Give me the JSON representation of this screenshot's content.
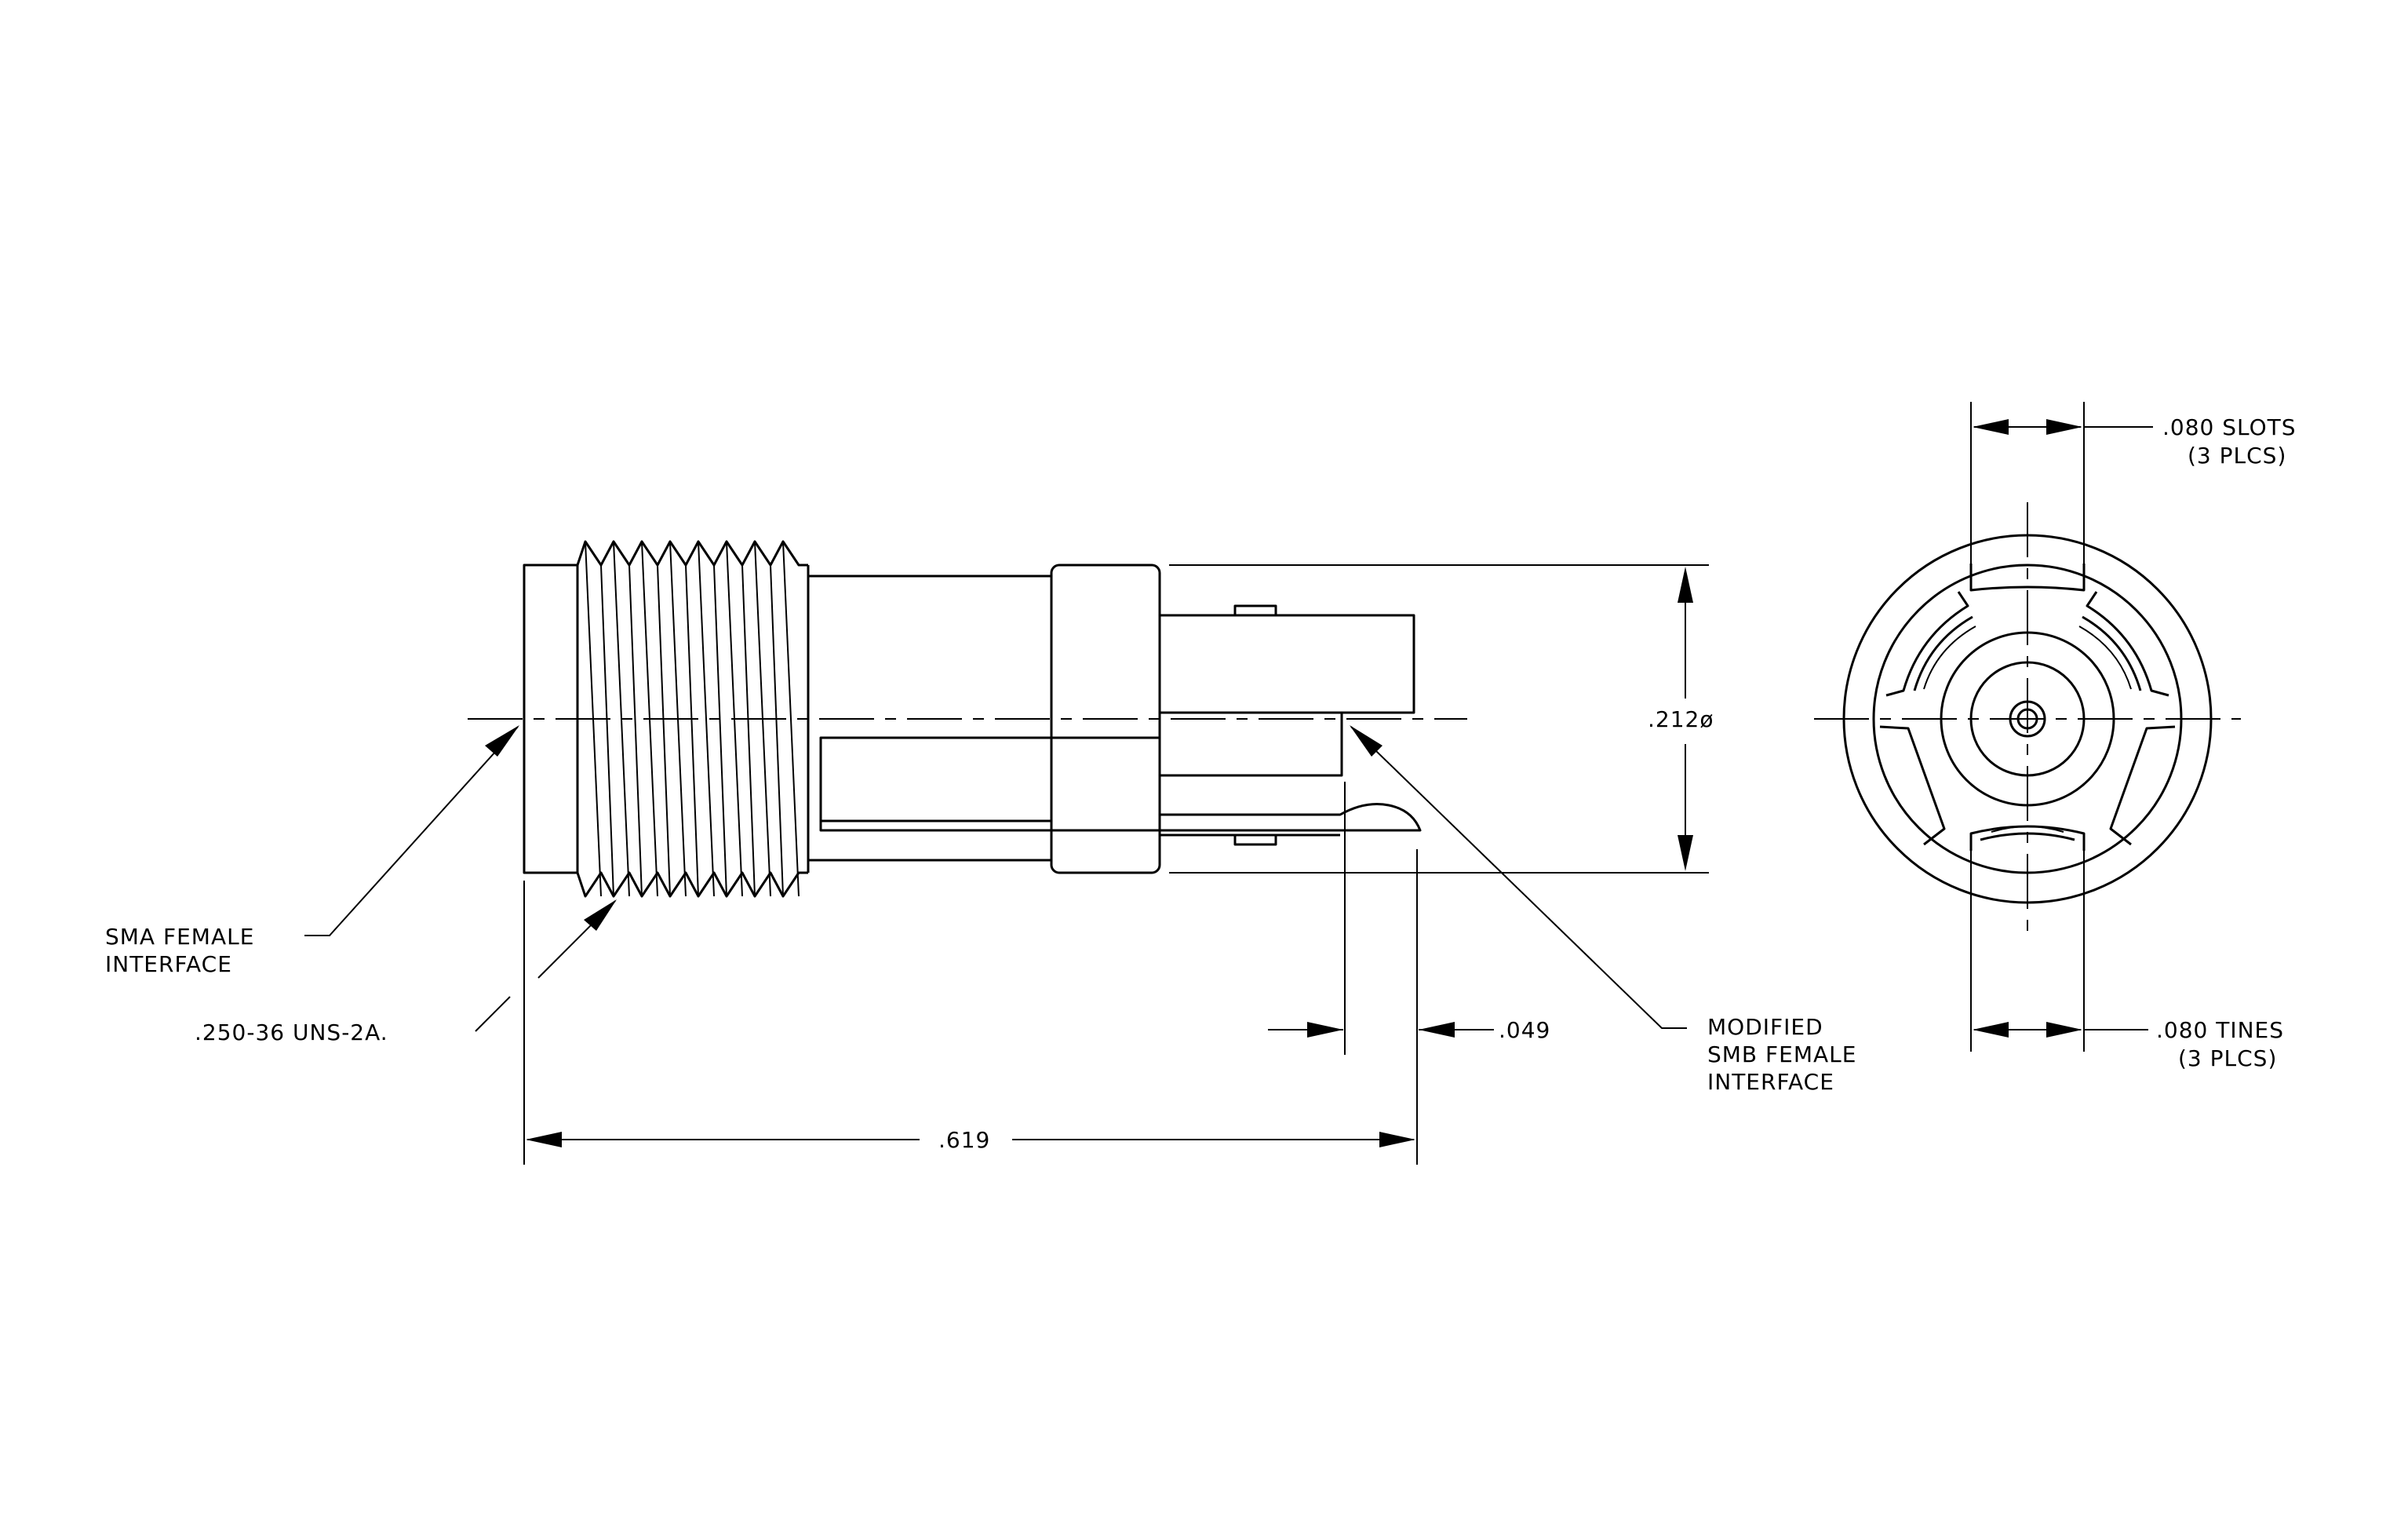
{
  "labels": {
    "sma_line1": "SMA FEMALE",
    "sma_line2": "INTERFACE",
    "thread_spec": ".250-36 UNS-2A.",
    "dim_length": ".619",
    "dim_step": ".049",
    "dim_diameter": ".212ø",
    "smb_line1": "MODIFIED",
    "smb_line2": "SMB FEMALE",
    "smb_line3": "INTERFACE",
    "slots_line1": ".080 SLOTS",
    "slots_line2": "(3 PLCS)",
    "tines_line1": ".080 TINES",
    "tines_line2": "(3 PLCS)"
  }
}
